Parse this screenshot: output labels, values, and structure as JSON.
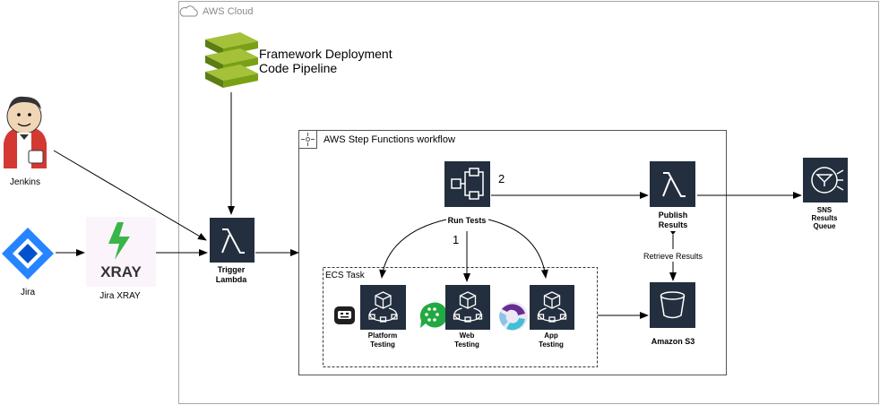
{
  "cloud": {
    "title": "AWS Cloud"
  },
  "pipeline": {
    "line1": "Framework Deployment",
    "line2": "Code Pipeline"
  },
  "stepfunctions": {
    "title": "AWS Step Functions workflow"
  },
  "ecs": {
    "title": "ECS Task"
  },
  "jenkins": {
    "label": "Jenkins"
  },
  "jira": {
    "label": "Jira"
  },
  "xray": {
    "logo_text": "XRAY",
    "label": "Jira XRAY"
  },
  "trigger": {
    "line1": "Trigger",
    "line2": "Lambda"
  },
  "runtests": {
    "label": "Run Tests"
  },
  "publish": {
    "line1": "Publish",
    "line2": "Results"
  },
  "sns": {
    "line1": "SNS",
    "line2": "Results",
    "line3": "Queue"
  },
  "retrieve": {
    "label": "Retrieve Results"
  },
  "s3": {
    "label": "Amazon S3"
  },
  "platform": {
    "line1": "Platform",
    "line2": "Testing"
  },
  "web": {
    "line1": "Web",
    "line2": "Testing"
  },
  "app": {
    "line1": "App",
    "line2": "Testing"
  },
  "steps": {
    "one": "1",
    "two": "2"
  },
  "colors": {
    "aws_dark": "#232f3e",
    "pipeline_green": "#7aa116",
    "jira_blue": "#2684ff",
    "xray_green": "#3ab54a",
    "jenkins_red": "#d33833"
  }
}
